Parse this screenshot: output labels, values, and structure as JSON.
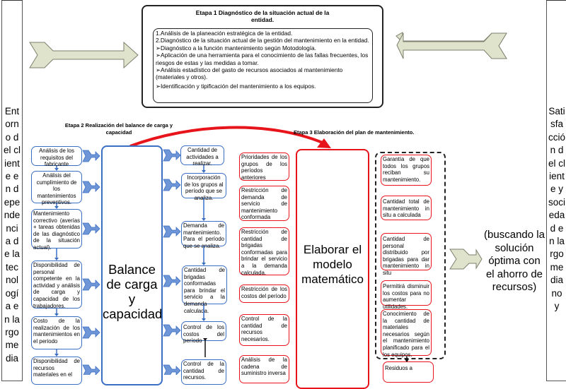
{
  "left_panel": {
    "text": "Entorno del cliente en dependencia de la tecnología en largo media"
  },
  "right_panel": {
    "text": "Satisfacción del cliente y sociedad en largo mediano y"
  },
  "stage1": {
    "title": "Etapa 1 Diagnóstico de la situación actual de la entidad.",
    "items": [
      "1.Análisis de la planeación estratégica de la entidad.",
      "2.Diagnóstico de la situación actual de la gestión del  mantenimiento en la entidad.",
      "➢Diagnóstico a la función mantenimiento según Motodología.",
      "➢Aplicación de una herramienta para el conocimiento de las fallas frecuentes, los riesgos de estas y las medidas a tomar.",
      "➢Análisis estadístico del gasto de recursos asociados al mantenimiento (materiales y otros).",
      "➢Identificación y tipificación del mantenimiento a los equipos."
    ]
  },
  "stage2": {
    "title": "Etapa 2 Realización del balance de carga y capacidad",
    "inputs": [
      "Análisis de los requisitos del fabricante",
      "Análisis del cumplimiento de los mantenimientos preventivos.",
      "Mantenimiento correctivo (averías + tareas obtenidas de las diagnóstico de la situación actual).",
      "Disponibilidad de personal competente en la actividad y análisis de carga y capacidad de los trabajadores.",
      "Costo de la realización de los mantenimientos en el periodo",
      "Disponibilidad de recursos materiales en el"
    ],
    "center": "Balance de carga y capacidad",
    "outputs": [
      "Cantidad de actividades a realizar.",
      "Incorporación de los grupos al período que se analiza.",
      "Demanda de mantenimiento. Para el período que se analiza.",
      "Cantidad de brigadas conformadas para brindar el servicio a la demanda calculada.",
      "Control de los costos del período",
      "Control de la cantidad de recursos."
    ]
  },
  "stage3": {
    "title": "Etapa 3 Elaboración del plan de mantenimiento.",
    "constraints": [
      "Prioridades de los grupos de los períodos anteriores",
      "Restricción de demanda de servicio de mantenimiento conformada",
      "Restricción de cantidad de brigadas conformadas para brindar el servicio a la demanda calculada.",
      "Restricción de los costos del período",
      "Control de la cantidad de recursos necesarios.",
      "Análisis de la cadena de suministro inversa"
    ],
    "center": "Elaborar el modelo matemático",
    "results": [
      "Garantía de que todos los grupos reciban su mantenimiento.",
      "Cantidad total de mantenimiento in situ a calculada",
      "Cantidad de personal distribuido por brigadas para dar mantenimiento in situ",
      "Permitirá disminuir los costos para no aumentar utilidades.",
      "Conocimiento de la cantidad de materiales necesarios según el mantenimiento planificado para el los equipos."
    ],
    "residues": "Residuos a"
  },
  "outcome": {
    "text": "(buscando la solución óptima con el ahorro de recursos)"
  },
  "colors": {
    "blue": "#3b6fc4",
    "red": "#e8141b",
    "arrow_fill": "#dfe3cc",
    "arrow_stroke": "#7f7f6f",
    "chevron_fill": "#6e95d6"
  }
}
